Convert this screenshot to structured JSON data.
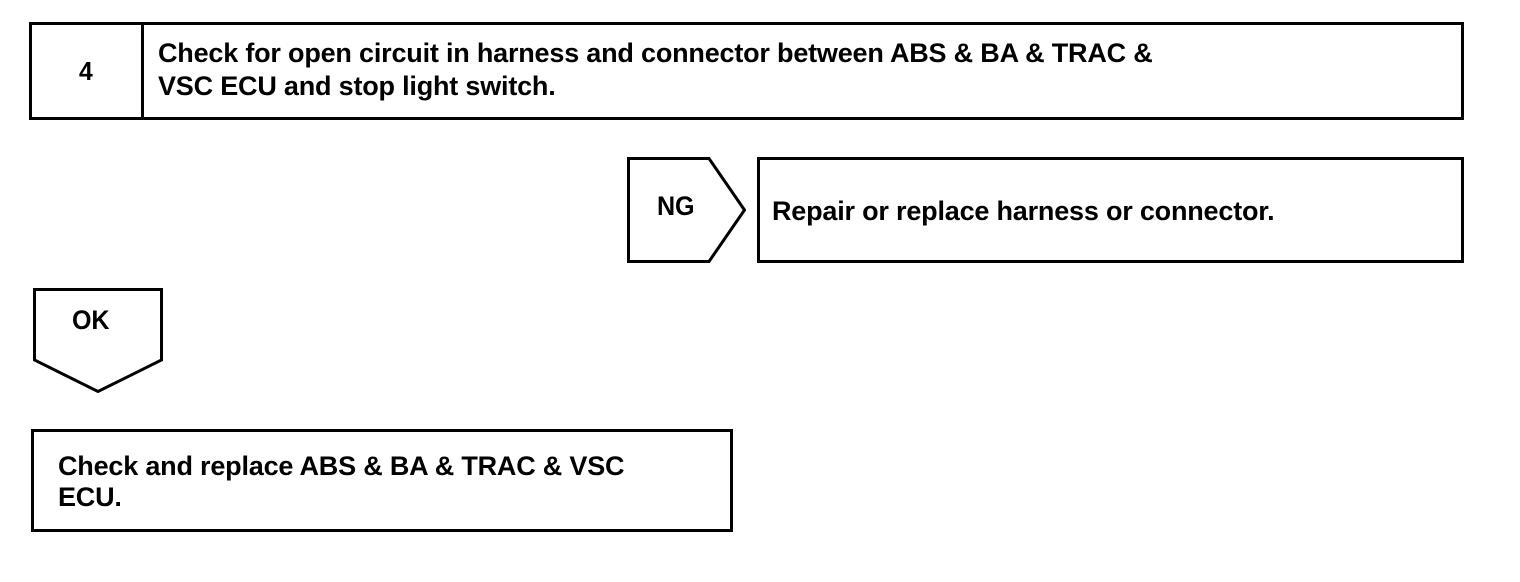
{
  "document": {
    "type": "troubleshooting-flowchart",
    "line_color": "#000000",
    "background_color": "#ffffff",
    "text_color": "#000000"
  },
  "step": {
    "number": "4",
    "instruction": "Check for open circuit in harness and connector between ABS & BA & TRAC &\nVSC ECU and stop light switch."
  },
  "branches": {
    "ng": {
      "label": "NG",
      "shape": "right-pointing-pentagon",
      "result_box": {
        "text": "Repair or replace harness or connector."
      }
    },
    "ok": {
      "label": "OK",
      "shape": "down-pointing-pentagon",
      "result_box": {
        "text": "Check and replace ABS & BA & TRAC & VSC\nECU."
      }
    }
  }
}
